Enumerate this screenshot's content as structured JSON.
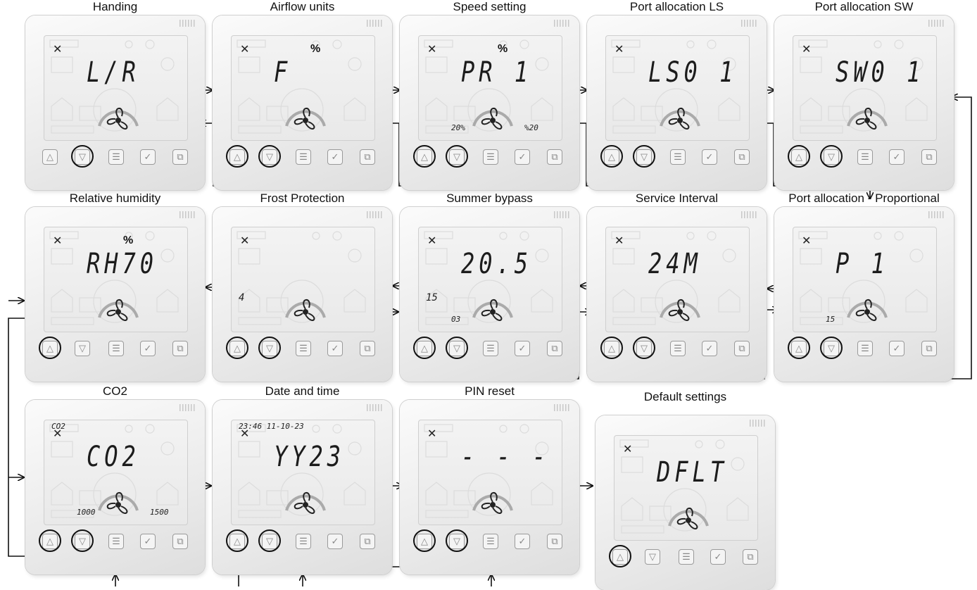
{
  "screens": [
    {
      "title": "Handing",
      "display": "L/R",
      "percent": "",
      "low": "",
      "high": "",
      "left_val": "",
      "icon_text": ""
    },
    {
      "title": "Airflow units",
      "display": "F",
      "percent": "%",
      "low": "",
      "high": "",
      "left_val": "",
      "icon_text": ""
    },
    {
      "title": "Speed setting",
      "display": "PR 1",
      "percent": "%",
      "low": "20%",
      "high": "%20",
      "left_val": "",
      "icon_text": ""
    },
    {
      "title": "Port allocation LS",
      "display": "LS0 1",
      "percent": "",
      "low": "",
      "high": "",
      "left_val": "",
      "icon_text": ""
    },
    {
      "title": "Port allocation SW",
      "display": "SW0 1",
      "percent": "",
      "low": "",
      "high": "",
      "left_val": "",
      "icon_text": ""
    },
    {
      "title": "Relative humidity",
      "display": "RH70",
      "percent": "%",
      "low": "",
      "high": "",
      "left_val": "",
      "icon_text": ""
    },
    {
      "title": "Frost Protection",
      "display": "",
      "percent": "",
      "low": "",
      "high": "",
      "left_val": "4",
      "icon_text": ""
    },
    {
      "title": "Summer bypass",
      "display": "20.5",
      "percent": "",
      "low": "03",
      "high": "",
      "left_val": "15",
      "icon_text": ""
    },
    {
      "title": "Service Interval",
      "display": "24M",
      "percent": "",
      "low": "",
      "high": "",
      "left_val": "",
      "icon_text": ""
    },
    {
      "title": "Port allocation - Proportional",
      "display": "P 1",
      "percent": "",
      "low": "15",
      "high": "",
      "left_val": "",
      "icon_text": ""
    },
    {
      "title": "CO2",
      "display": "CO2",
      "percent": "",
      "low": "1000",
      "high": "1500",
      "left_val": "",
      "icon_text": "CO2"
    },
    {
      "title": "Date and time",
      "display": "YY23",
      "percent": "",
      "low": "",
      "high": "",
      "left_val": "",
      "icon_text": "23:46 11-10-23"
    },
    {
      "title": "PIN reset",
      "display": "- - - -",
      "percent": "",
      "low": "",
      "high": "",
      "left_val": "",
      "icon_text": ""
    },
    {
      "title": "Default settings",
      "display": "DFLT",
      "percent": "",
      "low": "",
      "high": "",
      "left_val": "",
      "icon_text": ""
    }
  ],
  "buttons": {
    "up": "△",
    "down": "▽",
    "menu": "☰",
    "ok": "✓",
    "fan": "⧉"
  }
}
